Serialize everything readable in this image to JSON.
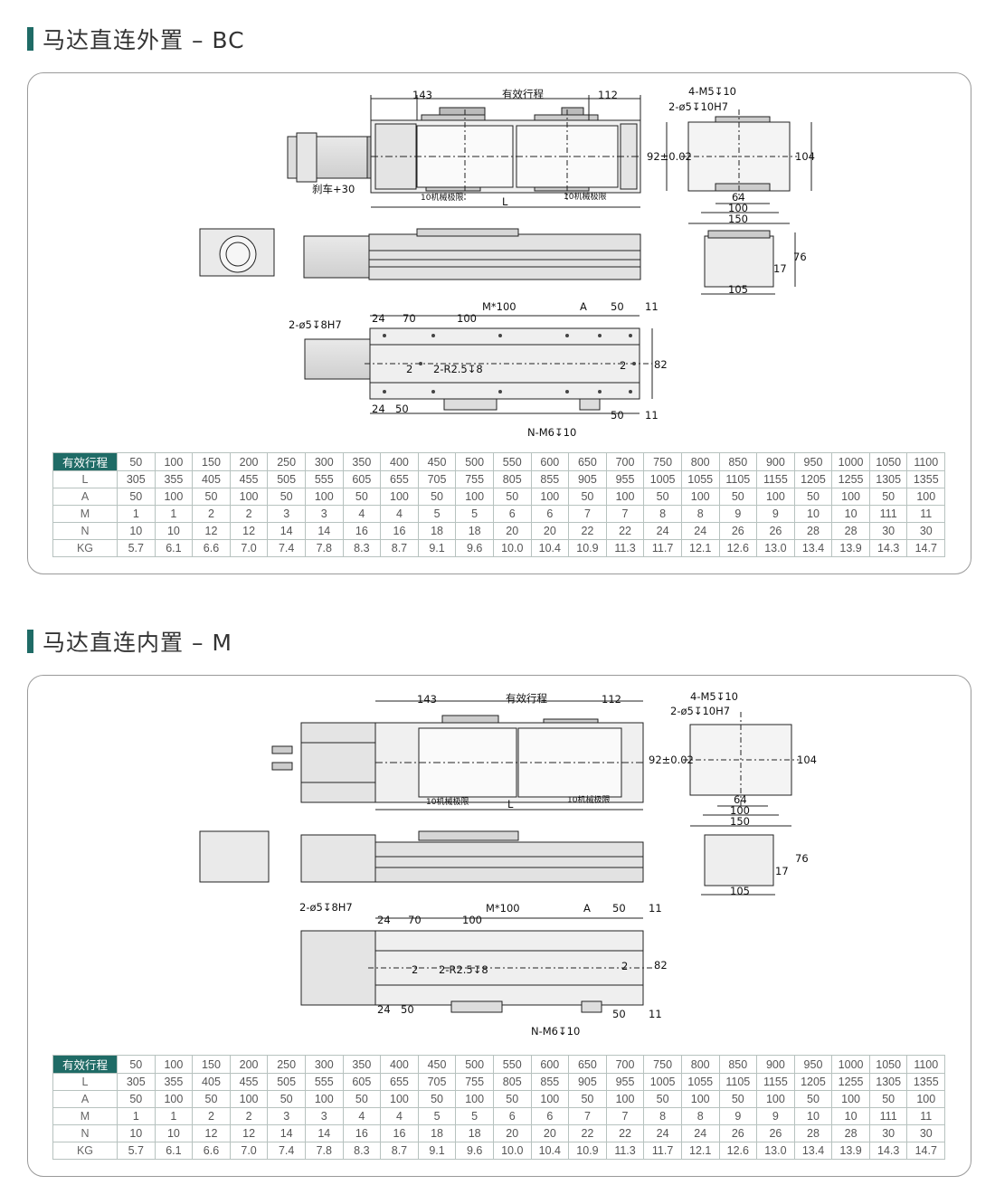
{
  "sections": [
    {
      "title": "马达直连外置 – BC",
      "labels": {
        "stroke": "有效行程",
        "d143": "143",
        "d112": "112",
        "m5": "4-M5↧10",
        "pin": "2-ø5↧10H7",
        "d92": "92±0.02",
        "d104": "104",
        "d64": "64",
        "d100": "100",
        "d150": "150",
        "brake": "刹车+30",
        "limit": "10机械极限",
        "L": "L",
        "d76": "76",
        "d17": "17",
        "d105": "105",
        "pin8": "2-ø5↧8H7",
        "d24": "24",
        "d70": "70",
        "mx100": "M*100",
        "A": "A",
        "d50": "50",
        "d11": "11",
        "d82": "82",
        "two": "2",
        "r25": "2-R2.5↧8",
        "n_m6": "N-M6↧10"
      }
    },
    {
      "title": "马达直连内置 – M",
      "labels": {
        "stroke": "有效行程",
        "d143": "143",
        "d112": "112",
        "m5": "4-M5↧10",
        "pin": "2-ø5↧10H7",
        "d92": "92±0.02",
        "d104": "104",
        "d64": "64",
        "d100": "100",
        "d150": "150",
        "limit": "10机械极限",
        "L": "L",
        "d76": "76",
        "d17": "17",
        "d105": "105",
        "pin8": "2-ø5↧8H7",
        "d24": "24",
        "d70": "70",
        "mx100": "M*100",
        "A": "A",
        "d50": "50",
        "d11": "11",
        "d82": "82",
        "two": "2",
        "r25": "2-R2.5↧8",
        "n_m6": "N-M6↧10"
      }
    }
  ],
  "table": {
    "header_label": "有效行程",
    "strokes": [
      "50",
      "100",
      "150",
      "200",
      "250",
      "300",
      "350",
      "400",
      "450",
      "500",
      "550",
      "600",
      "650",
      "700",
      "750",
      "800",
      "850",
      "900",
      "950",
      "1000",
      "1050",
      "1100"
    ],
    "rows": [
      {
        "label": "L",
        "values": [
          "305",
          "355",
          "405",
          "455",
          "505",
          "555",
          "605",
          "655",
          "705",
          "755",
          "805",
          "855",
          "905",
          "955",
          "1005",
          "1055",
          "1105",
          "1155",
          "1205",
          "1255",
          "1305",
          "1355"
        ]
      },
      {
        "label": "A",
        "values": [
          "50",
          "100",
          "50",
          "100",
          "50",
          "100",
          "50",
          "100",
          "50",
          "100",
          "50",
          "100",
          "50",
          "100",
          "50",
          "100",
          "50",
          "100",
          "50",
          "100",
          "50",
          "100"
        ]
      },
      {
        "label": "M",
        "values": [
          "1",
          "1",
          "2",
          "2",
          "3",
          "3",
          "4",
          "4",
          "5",
          "5",
          "6",
          "6",
          "7",
          "7",
          "8",
          "8",
          "9",
          "9",
          "10",
          "10",
          "111",
          "11"
        ]
      },
      {
        "label": "N",
        "values": [
          "10",
          "10",
          "12",
          "12",
          "14",
          "14",
          "16",
          "16",
          "18",
          "18",
          "20",
          "20",
          "22",
          "22",
          "24",
          "24",
          "26",
          "26",
          "28",
          "28",
          "30",
          "30"
        ]
      },
      {
        "label": "KG",
        "values": [
          "5.7",
          "6.1",
          "6.6",
          "7.0",
          "7.4",
          "7.8",
          "8.3",
          "8.7",
          "9.1",
          "9.6",
          "10.0",
          "10.4",
          "10.9",
          "11.3",
          "11.7",
          "12.1",
          "12.6",
          "13.0",
          "13.4",
          "13.9",
          "14.3",
          "14.7"
        ]
      }
    ]
  },
  "colors": {
    "accent": "#1f6b66",
    "border": "#9a9a9a",
    "grid": "#b7c2bf"
  }
}
